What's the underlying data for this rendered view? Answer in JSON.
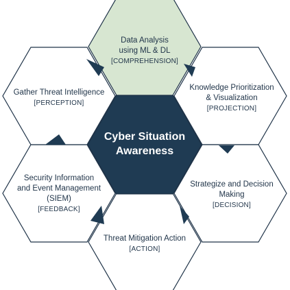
{
  "colors": {
    "center_fill": "#1f3b53",
    "top_fill": "#d7e6d1",
    "outer_fill": "#ffffff",
    "stroke": "#1f3348",
    "connector": "#1f3b53",
    "text_dark": "#1f3348",
    "text_light": "#ffffff"
  },
  "center": {
    "lines": [
      "Cyber Situation",
      "Awareness"
    ]
  },
  "nodes": [
    {
      "key": "top",
      "lines": [
        "Data Analysis",
        "using ML & DL"
      ],
      "tag": "[COMPREHENSION]"
    },
    {
      "key": "upper-right",
      "lines": [
        "Knowledge Prioritization",
        "& Visualization"
      ],
      "tag": "[PROJECTION]"
    },
    {
      "key": "lower-right",
      "lines": [
        "Strategize and Decision",
        "Making"
      ],
      "tag": "[DECISION]"
    },
    {
      "key": "bottom",
      "lines": [
        "Threat Mitigation Action"
      ],
      "tag": "[ACTION]"
    },
    {
      "key": "lower-left",
      "lines": [
        "Security Information",
        "and Event Management",
        "(SIEM)"
      ],
      "tag": "[FEEDBACK]"
    },
    {
      "key": "upper-left",
      "lines": [
        "Gather Threat Intelligence"
      ],
      "tag": "[PERCEPTION]"
    }
  ]
}
